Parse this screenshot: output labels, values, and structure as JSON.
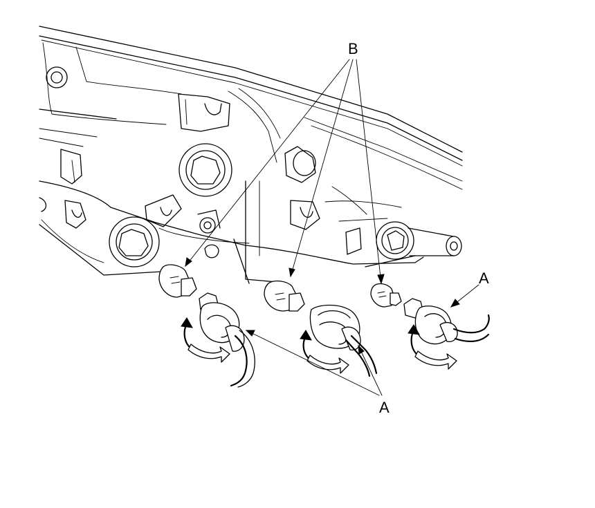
{
  "callouts": {
    "b_top": "B",
    "a_right": "A",
    "a_bottom": "A"
  },
  "colors": {
    "line": "#000000",
    "background": "#ffffff"
  }
}
